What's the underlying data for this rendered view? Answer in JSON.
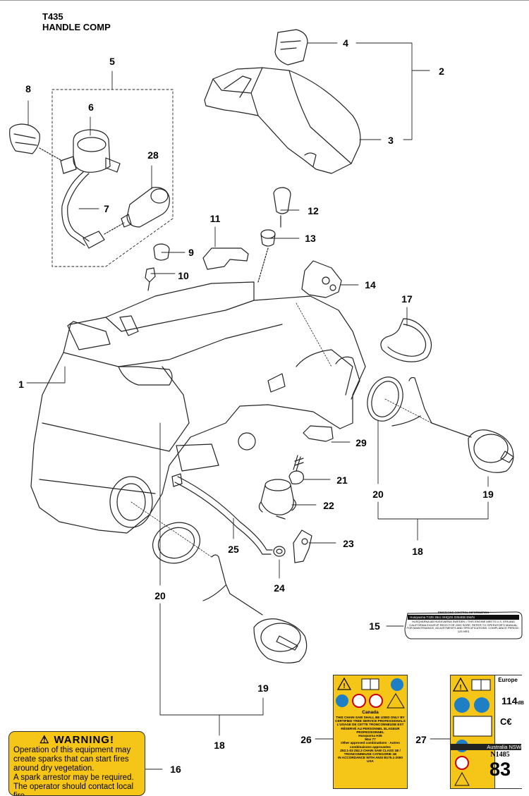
{
  "header": {
    "model": "T435",
    "section": "HANDLE COMP"
  },
  "callouts": [
    "1",
    "2",
    "3",
    "4",
    "5",
    "6",
    "7",
    "8",
    "9",
    "10",
    "11",
    "12",
    "13",
    "14",
    "15",
    "16",
    "17",
    "18",
    "19",
    "20",
    "20",
    "18",
    "19",
    "21",
    "22",
    "23",
    "24",
    "25",
    "26",
    "27",
    "28",
    "29"
  ],
  "warning_label": {
    "heading": "WARNING!",
    "lines": [
      "Operation of this equipment may",
      "create sparks that can start fires",
      "around dry vegetation.",
      "A spark arrestor may be required.",
      "The operator should contact local fire"
    ]
  },
  "emissions_label": {
    "heading": "EMISSIONS CONTROL INFORMATION",
    "bar": "Husqvarna   T435  35cc   8HQZS.0354EB   EM/N",
    "text": "HUSQVARNA AB HUSKVARNA SWEDEN • THIS ENGINE MEETS U.S. EPA AND CALIFORNIA EXH/EVP REGS FOR 2009 SORE. REFER TO OPERATOR'S MANUAL FOR MAINTENANCE, ADJUSTMENTS AND SPECIFICATIONS. COMPLIANCE PERIOD : 125 HRS"
  },
  "canada_label": {
    "country": "Canada",
    "text": "THIS CHAIN SAW SHALL BE USED ONLY BY CERTIFIED TREE SERVICE PROFESSIONALS L'USAGE DE CETTE TRONCONNEUSE EST RÉSERVÉ AU PERSONNEL ELAGEUR PROFESSIONNEL",
    "model": "Husqvarna H36",
    "max": "Max",
    "max_value": "77",
    "other": "Other approved combinations",
    "autres": "Autres combinaisons approuvées",
    "csa": "Z62.1-03 Z62.3 CHAIN SAW CLASS 1B / TRONCONNEUSE CATEGORIE 1B",
    "ansi": "IN ACCORDANCE WITH ANSI B175.1-2000",
    "usa": "USA"
  },
  "eu_label": {
    "region": "Europe",
    "lwa": "114",
    "unit": "dB",
    "ce": "C€",
    "australia": "Australia  NSW",
    "n_number": "N1485",
    "value": "83"
  },
  "colors": {
    "label_yellow": "#f5c518",
    "line": "#222222"
  }
}
